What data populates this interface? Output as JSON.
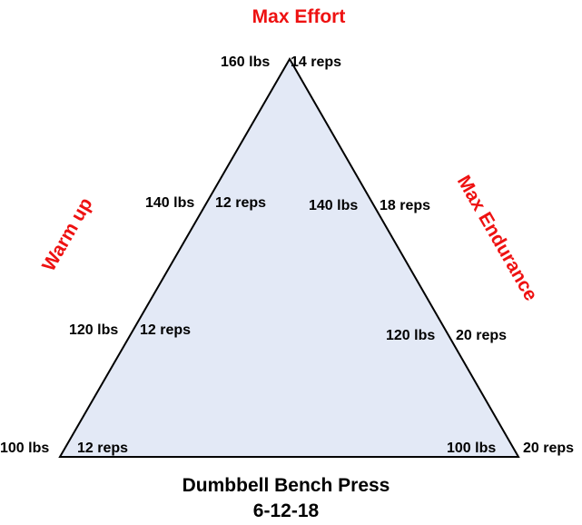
{
  "colors": {
    "triangle_fill": "#e3e9f6",
    "triangle_stroke": "#000000",
    "accent": "#ee1111"
  },
  "corners": {
    "top": "Max Effort",
    "left_side": "Warm up",
    "right_side": "Max Endurance"
  },
  "left_points": [
    {
      "weight": "160 lbs",
      "reps": "14 reps"
    },
    {
      "weight": "140 lbs",
      "reps": "12 reps"
    },
    {
      "weight": "120 lbs",
      "reps": "12 reps"
    },
    {
      "weight": "100 lbs",
      "reps": "12 reps"
    }
  ],
  "right_points": [
    {
      "weight": "140 lbs",
      "reps": "18 reps"
    },
    {
      "weight": "120 lbs",
      "reps": "20 reps"
    },
    {
      "weight": "100 lbs",
      "reps": "20 reps"
    }
  ],
  "title": "Dumbbell Bench Press",
  "date": "6-12-18"
}
